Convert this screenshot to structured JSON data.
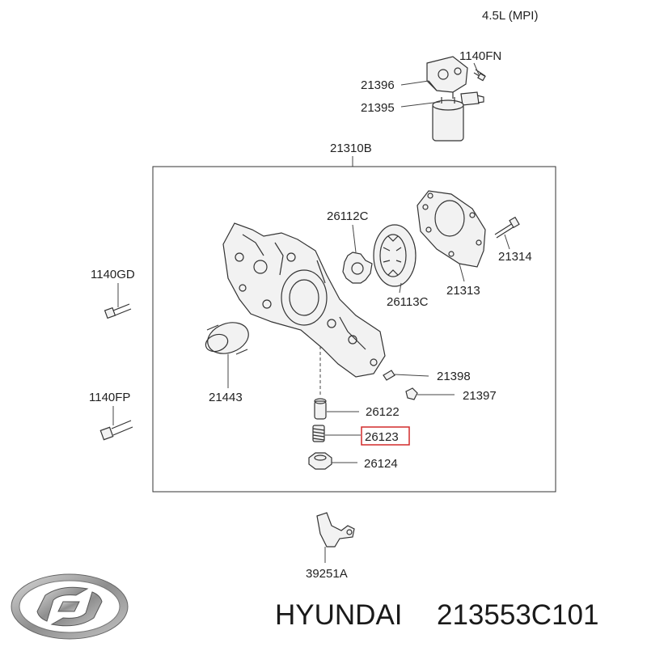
{
  "diagram": {
    "engine_note": "4.5L (MPI)",
    "group_box_label": "21310B",
    "parts": [
      {
        "id": "p-1140FN",
        "label": "1140FN"
      },
      {
        "id": "p-21396",
        "label": "21396"
      },
      {
        "id": "p-21395",
        "label": "21395"
      },
      {
        "id": "p-21310B",
        "label": "21310B"
      },
      {
        "id": "p-26112C",
        "label": "26112C"
      },
      {
        "id": "p-21314",
        "label": "21314"
      },
      {
        "id": "p-21313",
        "label": "21313"
      },
      {
        "id": "p-26113C",
        "label": "26113C"
      },
      {
        "id": "p-1140GD",
        "label": "1140GD"
      },
      {
        "id": "p-21443",
        "label": "21443"
      },
      {
        "id": "p-21398",
        "label": "21398"
      },
      {
        "id": "p-21397",
        "label": "21397"
      },
      {
        "id": "p-1140FP",
        "label": "1140FP"
      },
      {
        "id": "p-26122",
        "label": "26122"
      },
      {
        "id": "p-26123",
        "label": "26123",
        "highlighted": true
      },
      {
        "id": "p-26124",
        "label": "26124"
      },
      {
        "id": "p-39251A",
        "label": "39251A"
      }
    ],
    "highlight_color": "#d22b2b"
  },
  "footer": {
    "brand_name": "HYUNDAI",
    "part_number": "213553C101"
  }
}
